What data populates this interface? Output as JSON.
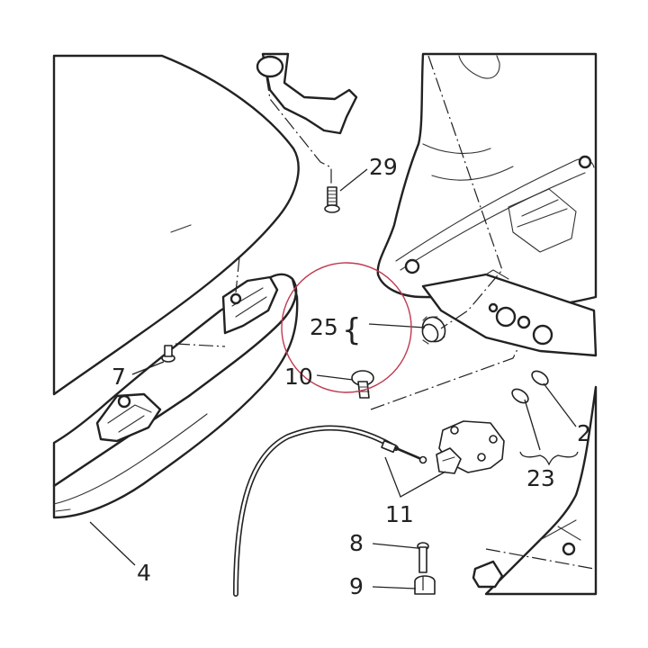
{
  "callouts": {
    "c29": "29",
    "c25": "25",
    "c7": "7",
    "c10": "10",
    "c2": "2",
    "c23": "23",
    "c11": "11",
    "c4": "4",
    "c8": "8",
    "c9": "9"
  },
  "colors": {
    "line": "#222222",
    "highlight_circle": "#c0394f",
    "background": "#ffffff"
  }
}
